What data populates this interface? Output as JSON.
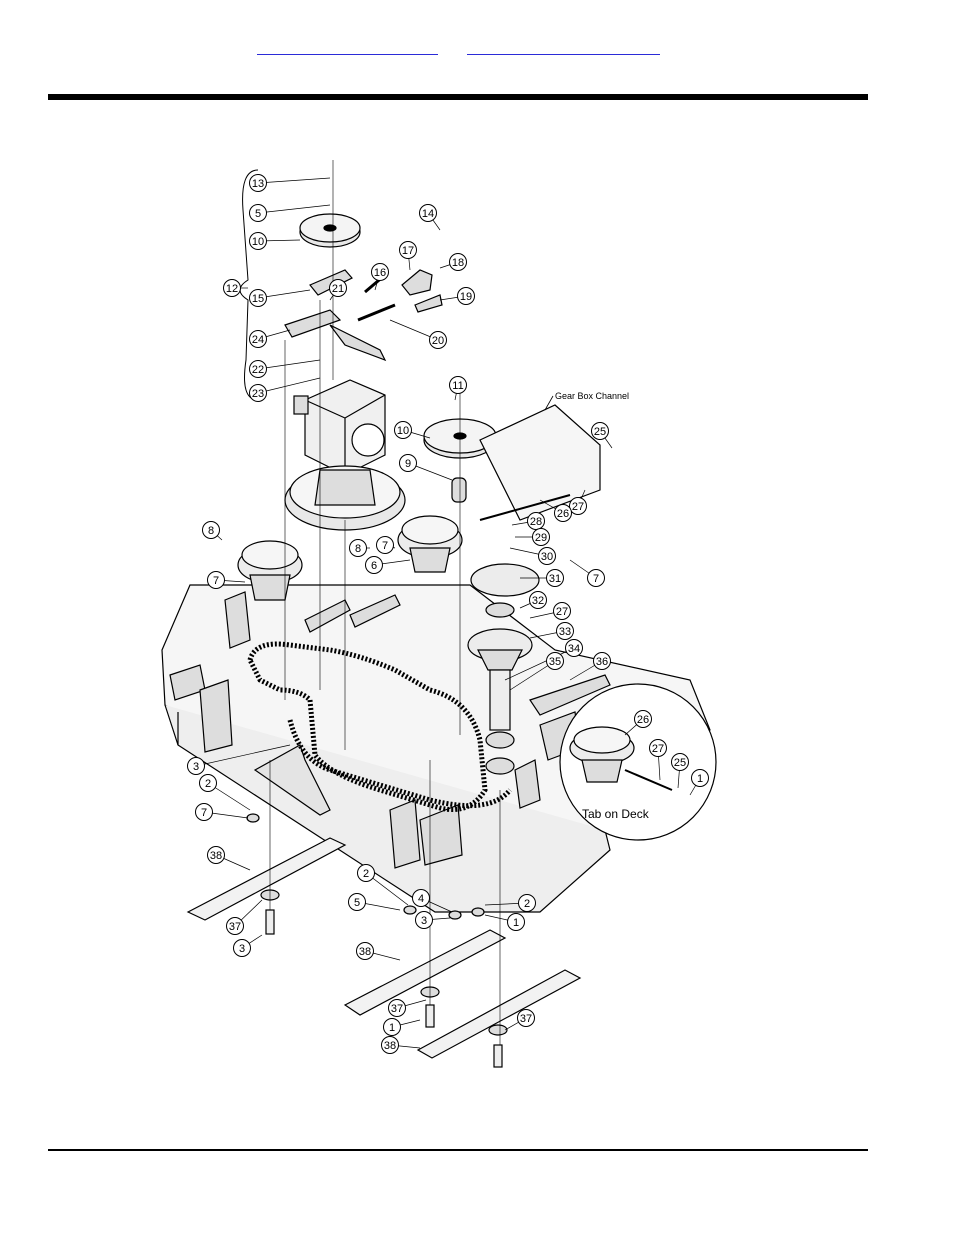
{
  "header": {
    "link_1": "",
    "link_2": ""
  },
  "diagram": {
    "labels": {
      "gear_box_channel": "Gear Box Channel",
      "tab_on_deck": "Tab on Deck"
    },
    "callouts": [
      {
        "id": "13"
      },
      {
        "id": "5"
      },
      {
        "id": "10"
      },
      {
        "id": "12"
      },
      {
        "id": "15"
      },
      {
        "id": "21"
      },
      {
        "id": "24"
      },
      {
        "id": "22"
      },
      {
        "id": "23"
      },
      {
        "id": "14"
      },
      {
        "id": "17"
      },
      {
        "id": "18"
      },
      {
        "id": "16"
      },
      {
        "id": "19"
      },
      {
        "id": "20"
      },
      {
        "id": "11"
      },
      {
        "id": "10"
      },
      {
        "id": "9"
      },
      {
        "id": "25"
      },
      {
        "id": "27"
      },
      {
        "id": "26"
      },
      {
        "id": "28"
      },
      {
        "id": "29"
      },
      {
        "id": "30"
      },
      {
        "id": "7"
      },
      {
        "id": "31"
      },
      {
        "id": "32"
      },
      {
        "id": "27"
      },
      {
        "id": "33"
      },
      {
        "id": "34"
      },
      {
        "id": "35"
      },
      {
        "id": "36"
      },
      {
        "id": "8"
      },
      {
        "id": "7"
      },
      {
        "id": "8"
      },
      {
        "id": "7"
      },
      {
        "id": "6"
      },
      {
        "id": "3"
      },
      {
        "id": "2"
      },
      {
        "id": "7"
      },
      {
        "id": "26"
      },
      {
        "id": "27"
      },
      {
        "id": "25"
      },
      {
        "id": "1"
      },
      {
        "id": "38"
      },
      {
        "id": "37"
      },
      {
        "id": "3"
      },
      {
        "id": "2"
      },
      {
        "id": "5"
      },
      {
        "id": "4"
      },
      {
        "id": "3"
      },
      {
        "id": "2"
      },
      {
        "id": "1"
      },
      {
        "id": "38"
      },
      {
        "id": "37"
      },
      {
        "id": "1"
      },
      {
        "id": "38"
      },
      {
        "id": "37"
      }
    ]
  }
}
